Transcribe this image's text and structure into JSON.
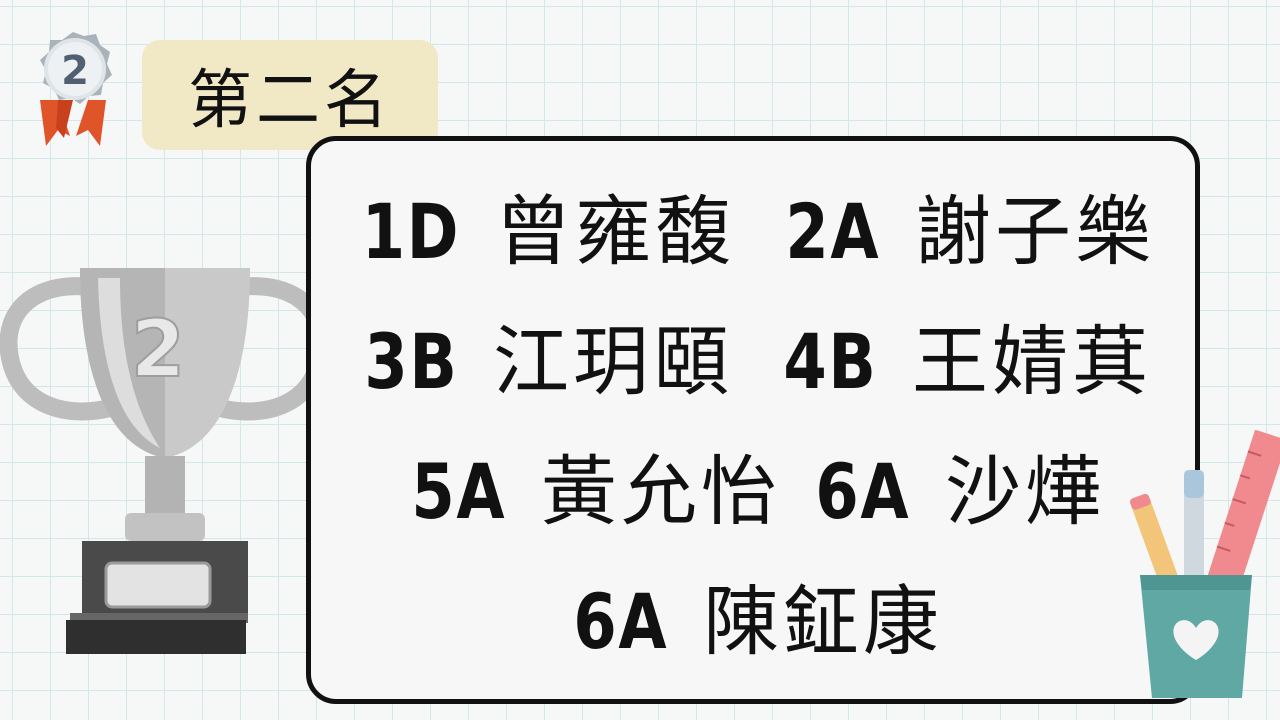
{
  "medal": {
    "number": "2"
  },
  "title": "第二名",
  "trophy": {
    "number": "2"
  },
  "winners": [
    {
      "cls": "1D",
      "name": "曾雍馥"
    },
    {
      "cls": "2A",
      "name": "謝子樂"
    },
    {
      "cls": "3B",
      "name": "江玥頤"
    },
    {
      "cls": "4B",
      "name": "王婧萁"
    },
    {
      "cls": "5A",
      "name": "黃允怡"
    },
    {
      "cls": "6A",
      "name": "沙燁"
    },
    {
      "cls": "6A",
      "name": "陳鉦康"
    }
  ],
  "colors": {
    "badge": "#f1e8c6",
    "medal_ribbon": "#e0542a",
    "medal_silver": "#b9c1c8",
    "trophy_silver": "#c7c7c7",
    "cup": "#5fa8a3",
    "ruler": "#f08a8f"
  }
}
